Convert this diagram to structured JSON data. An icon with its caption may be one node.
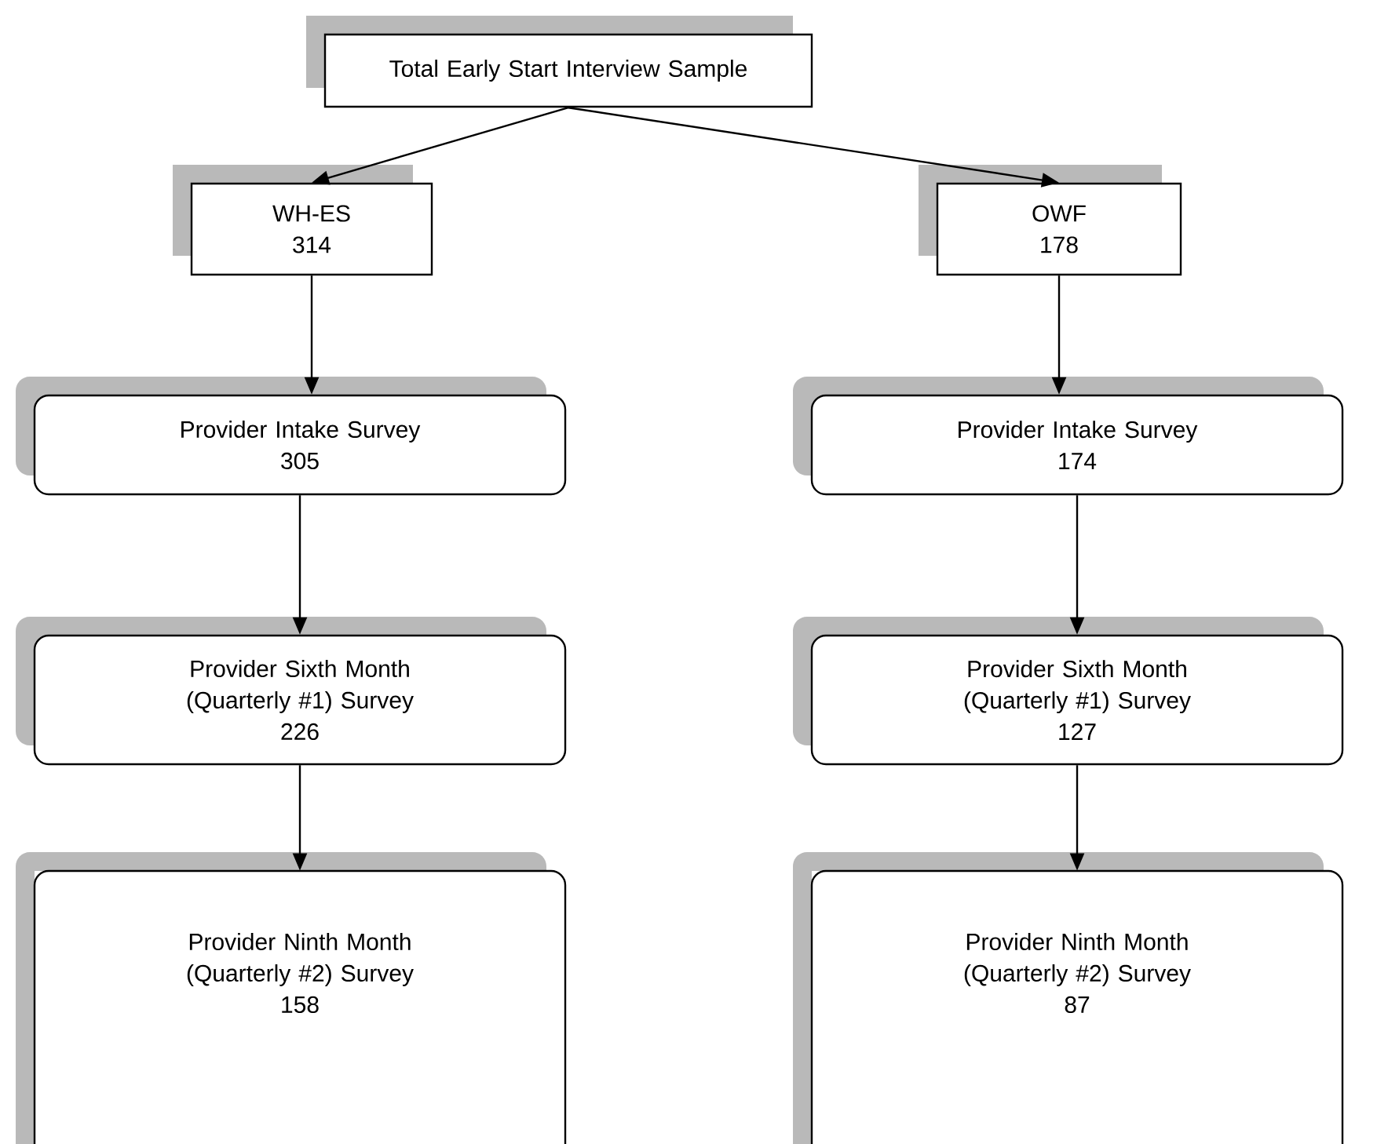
{
  "diagram": {
    "nodes": [
      {
        "text": [
          "Total Early Start Interview Sample"
        ]
      },
      {
        "text": [
          "WH-ES",
          "314"
        ]
      },
      {
        "text": [
          "OWF",
          "178"
        ]
      },
      {
        "text": [
          "Provider Intake Survey",
          "305"
        ]
      },
      {
        "text": [
          "Provider Intake Survey",
          "174"
        ]
      },
      {
        "text": [
          "Provider Sixth Month (Quarterly #1) Survey",
          "226"
        ]
      },
      {
        "text": [
          "Provider Sixth Month (Quarterly #1) Survey",
          "127"
        ]
      },
      {
        "text": [
          "Provider Ninth Month (Quarterly #2) Survey",
          "158"
        ]
      },
      {
        "text": [
          "Provider Ninth Month (Quarterly #2) Survey",
          "87"
        ]
      }
    ],
    "edges": [
      {
        "from": 0,
        "to": 1,
        "arrow": "to"
      },
      {
        "from": 0,
        "to": 2,
        "arrow": "to"
      },
      {
        "from": 1,
        "to": 3,
        "arrow": "to"
      },
      {
        "from": 2,
        "to": 4,
        "arrow": "to"
      },
      {
        "from": 3,
        "to": 5,
        "arrow": "to"
      },
      {
        "from": 4,
        "to": 6,
        "arrow": "to"
      },
      {
        "from": 5,
        "to": 7,
        "arrow": "to"
      },
      {
        "from": 6,
        "to": 8,
        "arrow": "to"
      }
    ]
  }
}
